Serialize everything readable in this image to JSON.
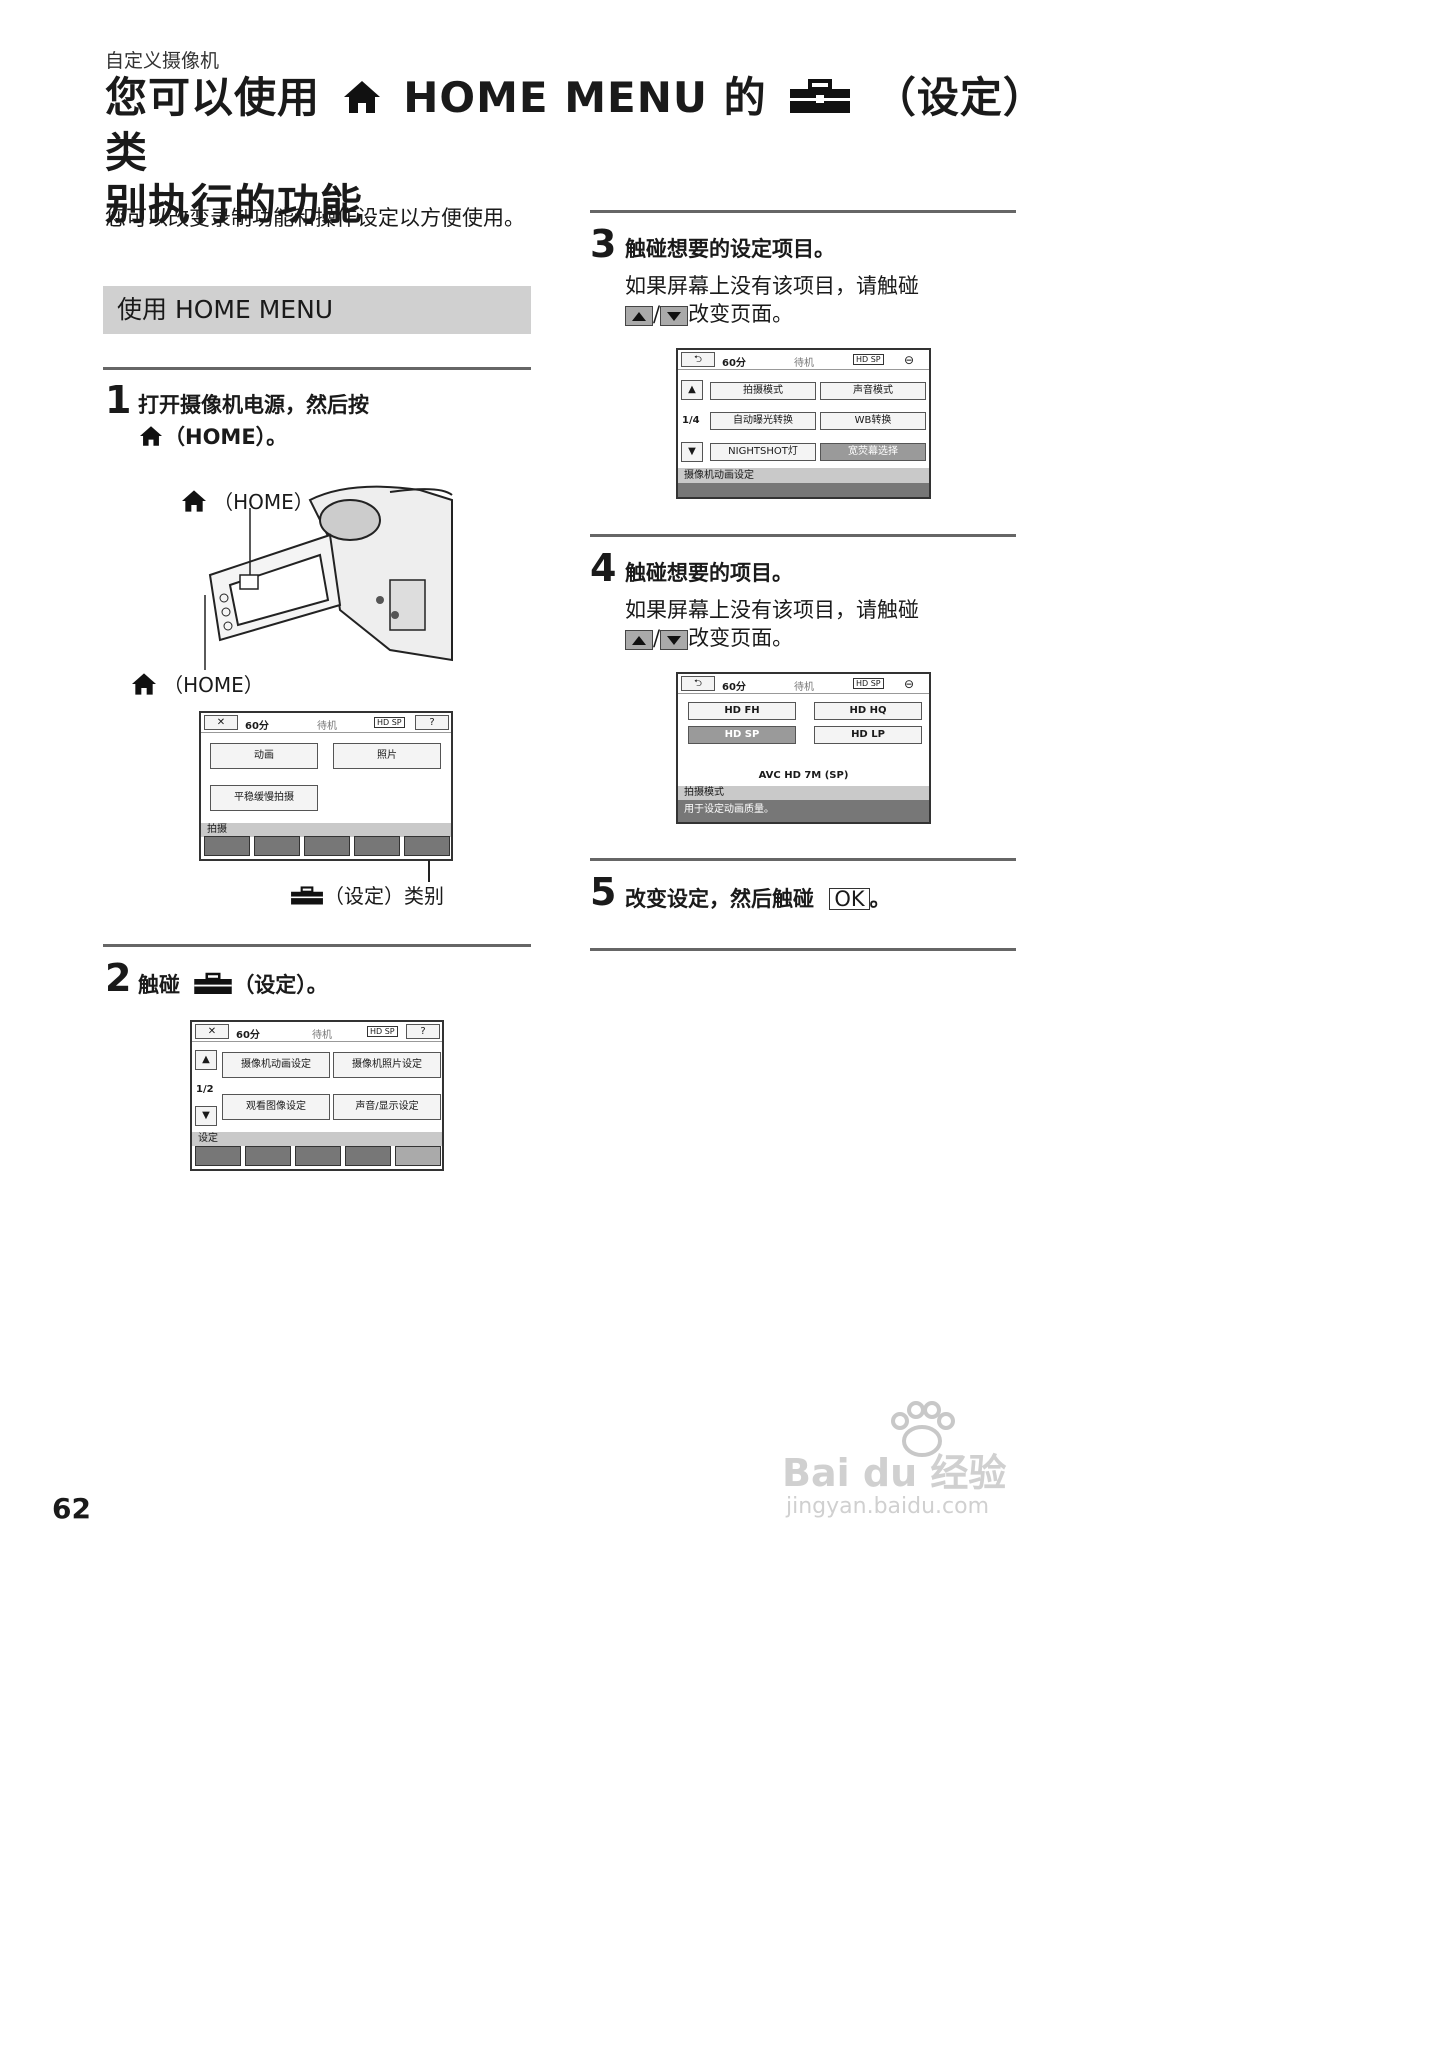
{
  "header": {
    "section_label": "自定义摄像机",
    "title_part1": "您可以使用",
    "title_part2": "HOME MENU 的",
    "title_part3": "（设定）类",
    "title_line2": "别执行的功能"
  },
  "intro": "您可以改变录制功能和操作设定以方便使用。",
  "band_label": "使用 HOME MENU",
  "step1": {
    "num": "1",
    "text": "打开摄像机电源，然后按",
    "text2": "（HOME）。"
  },
  "camera_labels": {
    "home_top": "（HOME）",
    "home_bottom": "（HOME）",
    "category": "（设定）类别"
  },
  "lcd1": {
    "battery": "60分",
    "status": "待机",
    "help": "?",
    "buttons": [
      "动画",
      "照片",
      "平稳缓慢拍摄"
    ],
    "bar": "拍摄"
  },
  "step2": {
    "num": "2",
    "text": "触碰",
    "text2": "（设定）。"
  },
  "lcd2": {
    "battery": "60分",
    "status": "待机",
    "help": "?",
    "page": "1/2",
    "buttons": [
      "摄像机动画设定",
      "摄像机照片设定",
      "观看图像设定",
      "声音/显示设定"
    ],
    "bar": "设定"
  },
  "step3": {
    "num": "3",
    "text": "触碰想要的设定项目。",
    "sub1": "如果屏幕上没有该项目，请触碰",
    "sub2": "改变页面。"
  },
  "lcd3": {
    "battery": "60分",
    "status": "待机",
    "page": "1/4",
    "buttons": [
      "拍摄模式",
      "声音模式",
      "自动曝光转换",
      "WB转换",
      "NIGHTSHOT灯",
      "宽荧幕选择"
    ],
    "bar": "摄像机动画设定"
  },
  "step4": {
    "num": "4",
    "text": "触碰想要的项目。",
    "sub1": "如果屏幕上没有该项目，请触碰",
    "sub2": "改变页面。"
  },
  "lcd4": {
    "battery": "60分",
    "status": "待机",
    "buttons": [
      "HD FH",
      "HD HQ",
      "HD SP",
      "HD LP"
    ],
    "mode": "AVC HD 7M (SP)",
    "bar1": "拍摄模式",
    "bar2": "用于设定动画质量。"
  },
  "step5": {
    "num": "5",
    "text": "改变设定，然后触碰",
    "ok": "OK",
    "end": "。"
  },
  "page_number": "62",
  "watermark": {
    "text": "Bai du 经验",
    "url": "jingyan.baidu.com"
  }
}
